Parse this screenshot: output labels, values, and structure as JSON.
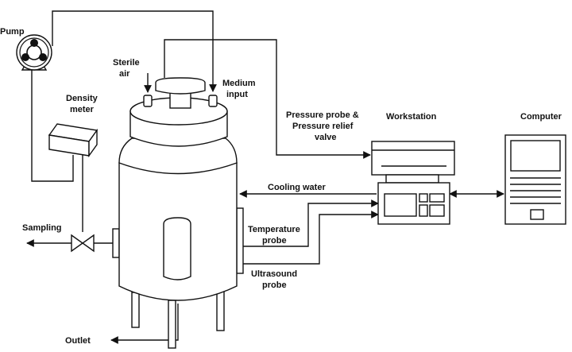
{
  "labels": {
    "pump": "Pump",
    "sterile_air": [
      "Sterile",
      "air"
    ],
    "medium_input": [
      "Medium",
      "input"
    ],
    "density_meter": [
      "Density",
      "meter"
    ],
    "sampling": "Sampling",
    "outlet": "Outlet",
    "pressure": [
      "Pressure probe &",
      "Pressure relief",
      "valve"
    ],
    "workstation": "Workstation",
    "computer": "Computer",
    "cooling_water": "Cooling water",
    "temperature_probe": [
      "Temperature",
      "probe"
    ],
    "ultrasound_probe": [
      "Ultrasound",
      "probe"
    ]
  }
}
